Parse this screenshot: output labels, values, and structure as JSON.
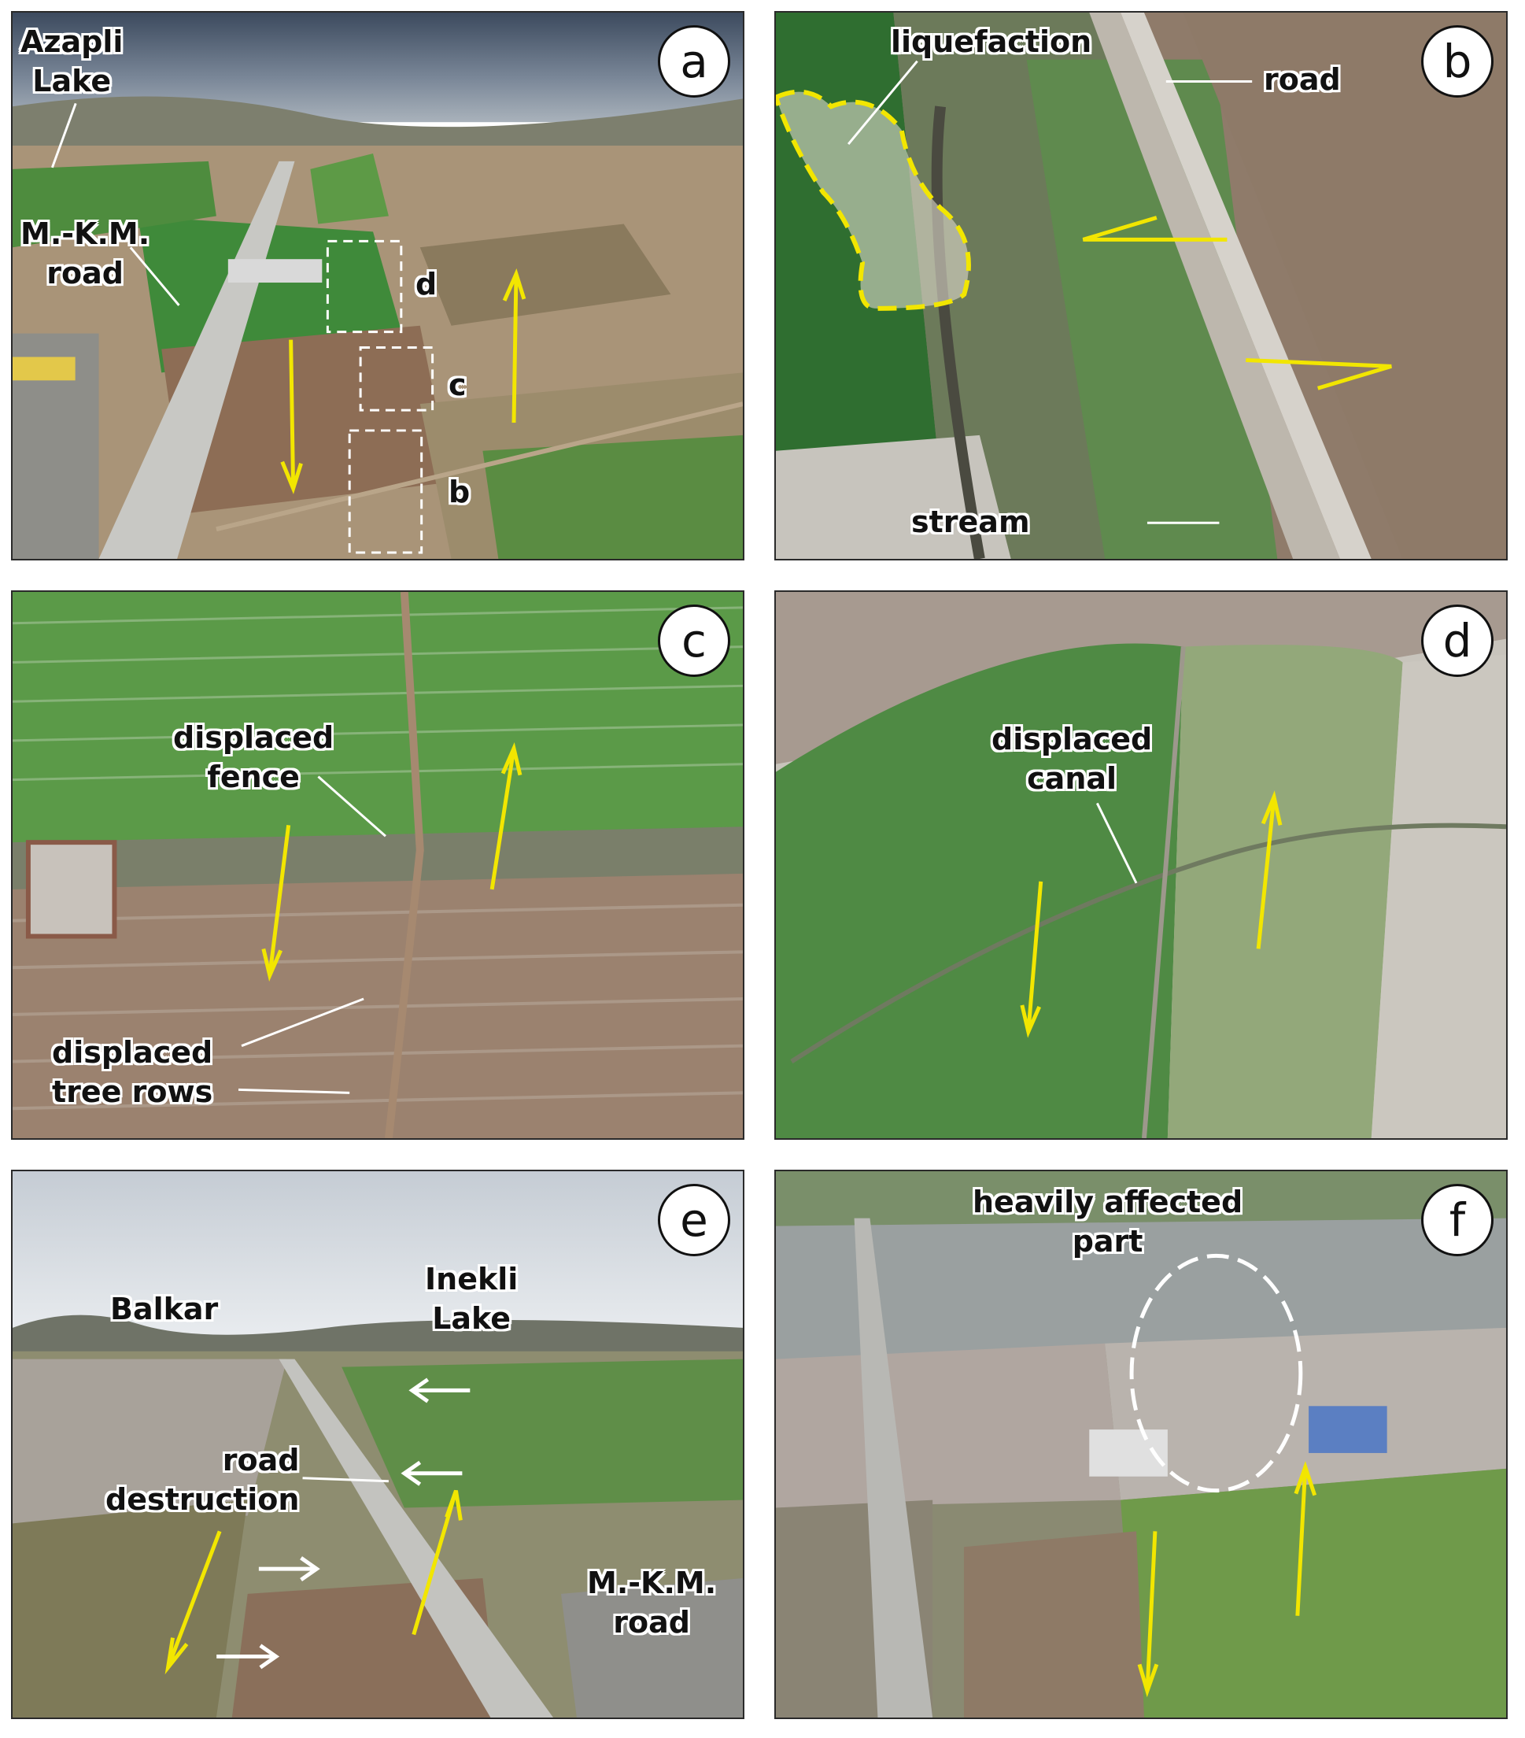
{
  "panels": {
    "a": {
      "letter": "a",
      "labels": {
        "lake": "Azapli\nLake",
        "road": "M.-K.M.\nroad",
        "box_d": "d",
        "box_c": "c",
        "box_b": "b"
      }
    },
    "b": {
      "letter": "b",
      "labels": {
        "liquefaction": "liquefaction",
        "road": "road",
        "stream": "stream"
      }
    },
    "c": {
      "letter": "c",
      "labels": {
        "fence": "displaced\nfence",
        "trees": "displaced\ntree rows"
      }
    },
    "d": {
      "letter": "d",
      "labels": {
        "canal": "displaced\ncanal"
      }
    },
    "e": {
      "letter": "e",
      "labels": {
        "balkar": "Balkar",
        "lake": "Inekli\nLake",
        "destruction": "road\ndestruction",
        "road": "M.-K.M.\nroad"
      }
    },
    "f": {
      "letter": "f",
      "labels": {
        "affected": "heavily affected\npart"
      }
    }
  },
  "colors": {
    "arrow": "#f2e600",
    "outline": "#f2e600",
    "white_marker": "#ffffff"
  }
}
